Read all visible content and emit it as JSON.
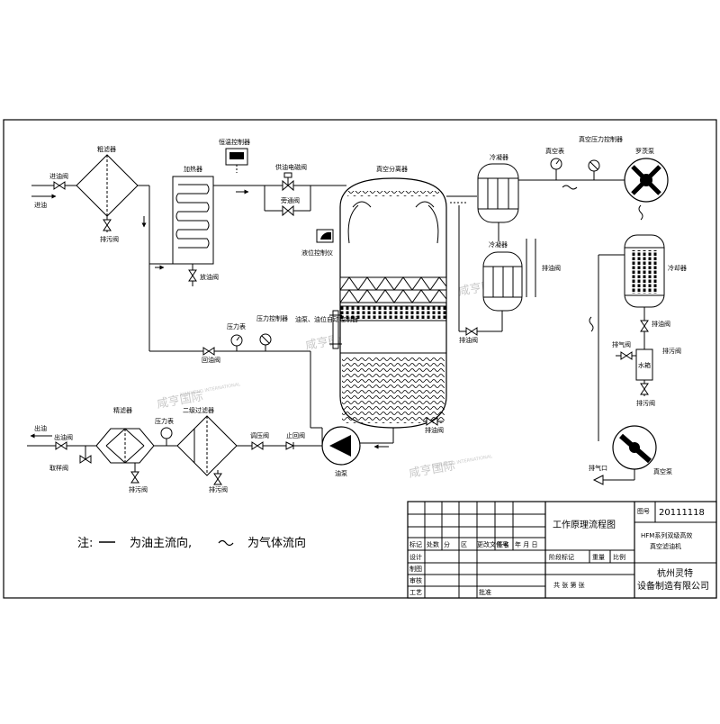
{
  "labels": {
    "coarse_filter": "粗滤器",
    "oil_inlet_valve": "进油阀",
    "oil_inlet": "进油",
    "drain_valve_1": "排污阀",
    "heater": "加热器",
    "temp_controller": "恒温控制器",
    "bypass_solenoid": "供油电磁阀",
    "bypass_valve": "旁通阀",
    "drain_valve_heater": "放油阀",
    "vacuum_separator": "真空分离器",
    "level_controller": "液位控制仪",
    "level_gauge": "油泵、油位自动控制器",
    "condenser_1": "冷凝器",
    "condenser_2": "冷凝器",
    "vacuum_gauge": "真空表",
    "vacuum_pressure_controller": "真空压力控制器",
    "roots_pump": "罗茨泵",
    "cooler": "冷却器",
    "drain_valve_cooler": "排油阀",
    "drain_valve_cond": "排油阀",
    "pressure_gauge_1": "压力表",
    "pressure_controller": "压力控制器",
    "return_valve": "回油阀",
    "water_box": "水箱",
    "vent_valve": "排气阀",
    "drain_valve_water": "排污阀",
    "drain_valve_water_box": "排污阀",
    "vacuum_pump": "真空泵",
    "exhaust": "排气口",
    "oil_pump": "油泵",
    "outlet_valve": "止回阀",
    "reg_valve": "调压阀",
    "fine_filter": "精滤器",
    "pressure_gauge_2": "压力表",
    "secondary_filter": "二级过滤器",
    "drain_valve_2": "排污阀",
    "drain_valve_3": "排污阀",
    "outlet_label": "出油",
    "outlet_valve2": "出油阀",
    "sample_valve": "取样阀",
    "drain_bottom": "排油阀"
  },
  "watermark": {
    "text": "咸亨国际",
    "sub": "XIANHENG INTERNATIONAL"
  },
  "note": {
    "prefix": "注:",
    "oil": "为油主流向,",
    "gas": "为气体流向"
  },
  "title_block": {
    "drawing_title": "工作原理流程图",
    "drawing_no_label": "图号",
    "drawing_no": "20111118",
    "product": "HFM系列双级高效",
    "product2": "真空滤油机",
    "stage_mark": "阶段标记",
    "weight": "重量",
    "scale": "比例",
    "sheet": "共   张  第   张",
    "company": "杭州灵特",
    "company2": "设备制造有限公司",
    "rows": [
      "标记",
      "处数",
      "分",
      "区",
      "更改文件号",
      "签名",
      "年 月 日"
    ],
    "row_labels": [
      "设计",
      "制图",
      "审核",
      "工艺",
      "批准"
    ]
  }
}
